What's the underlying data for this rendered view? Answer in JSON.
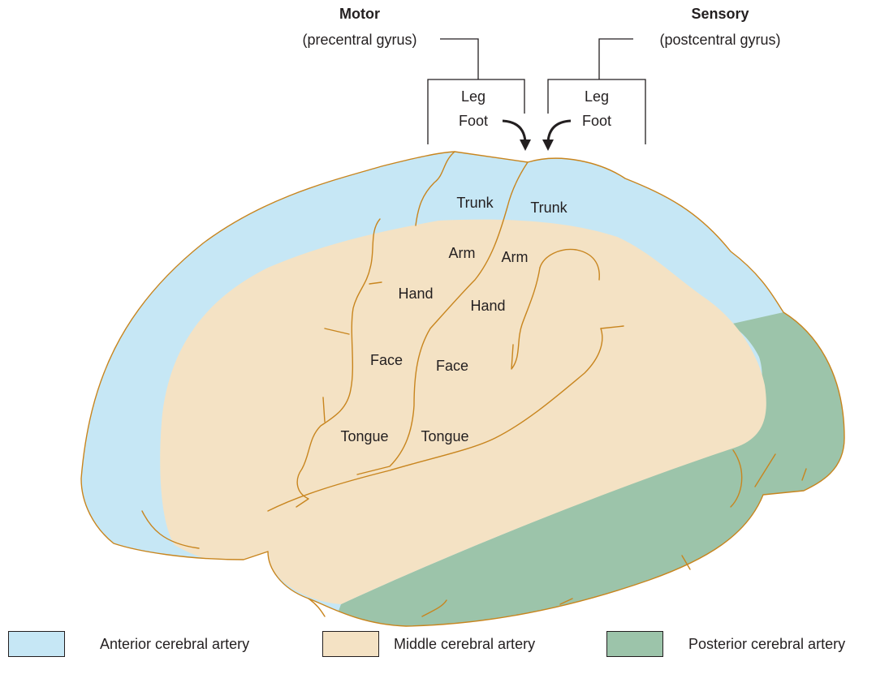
{
  "colors": {
    "anterior": "#c6e7f5",
    "middle": "#f4e2c4",
    "posterior": "#9cc4aa",
    "outline": "#c8851e"
  },
  "motor": {
    "title": "Motor",
    "subtitle": "(precentral gyrus)",
    "leg": "Leg",
    "foot": "Foot",
    "trunk": "Trunk",
    "arm": "Arm",
    "hand": "Hand",
    "face": "Face",
    "tongue": "Tongue"
  },
  "sensory": {
    "title": "Sensory",
    "subtitle": "(postcentral gyrus)",
    "leg": "Leg",
    "foot": "Foot",
    "trunk": "Trunk",
    "arm": "Arm",
    "hand": "Hand",
    "face": "Face",
    "tongue": "Tongue"
  },
  "legend": {
    "anterior": "Anterior cerebral artery",
    "middle": "Middle cerebral artery",
    "posterior": "Posterior cerebral artery"
  }
}
